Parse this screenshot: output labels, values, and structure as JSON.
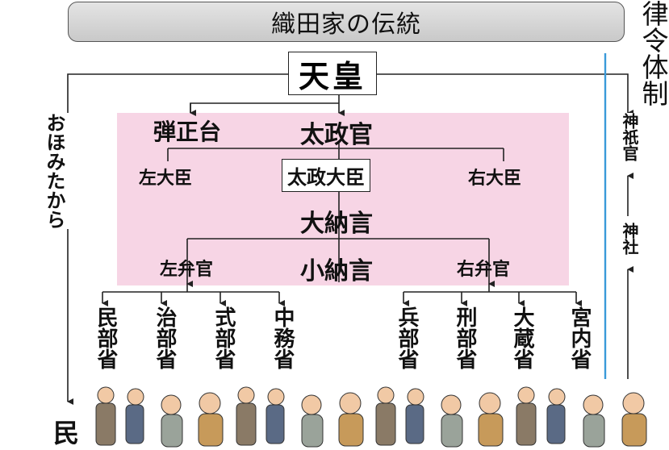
{
  "title": "織田家の伝統",
  "side_title": "律令体制",
  "emperor": "天皇",
  "danjo": "弾正台",
  "daijokan": "太政官",
  "sadaijin": "左大臣",
  "daijo_daijin": "太政大臣",
  "udaijin": "右大臣",
  "dainagon": "大納言",
  "shonagon": "小納言",
  "sabenkan": "左弁官",
  "ubenkan": "右弁官",
  "ministries_left": [
    "民部省",
    "治部省",
    "式部省",
    "中務省"
  ],
  "ministries_right": [
    "兵部省",
    "刑部省",
    "大蔵省",
    "宮内省"
  ],
  "ohomitakara": "おほみたから",
  "tami": "民",
  "jingikan": "神祇官",
  "jinja": "神社",
  "colors": {
    "pink": "#f7d5e5",
    "blue_line": "#3a9ad9",
    "title_bg": "#d6d6d6"
  }
}
